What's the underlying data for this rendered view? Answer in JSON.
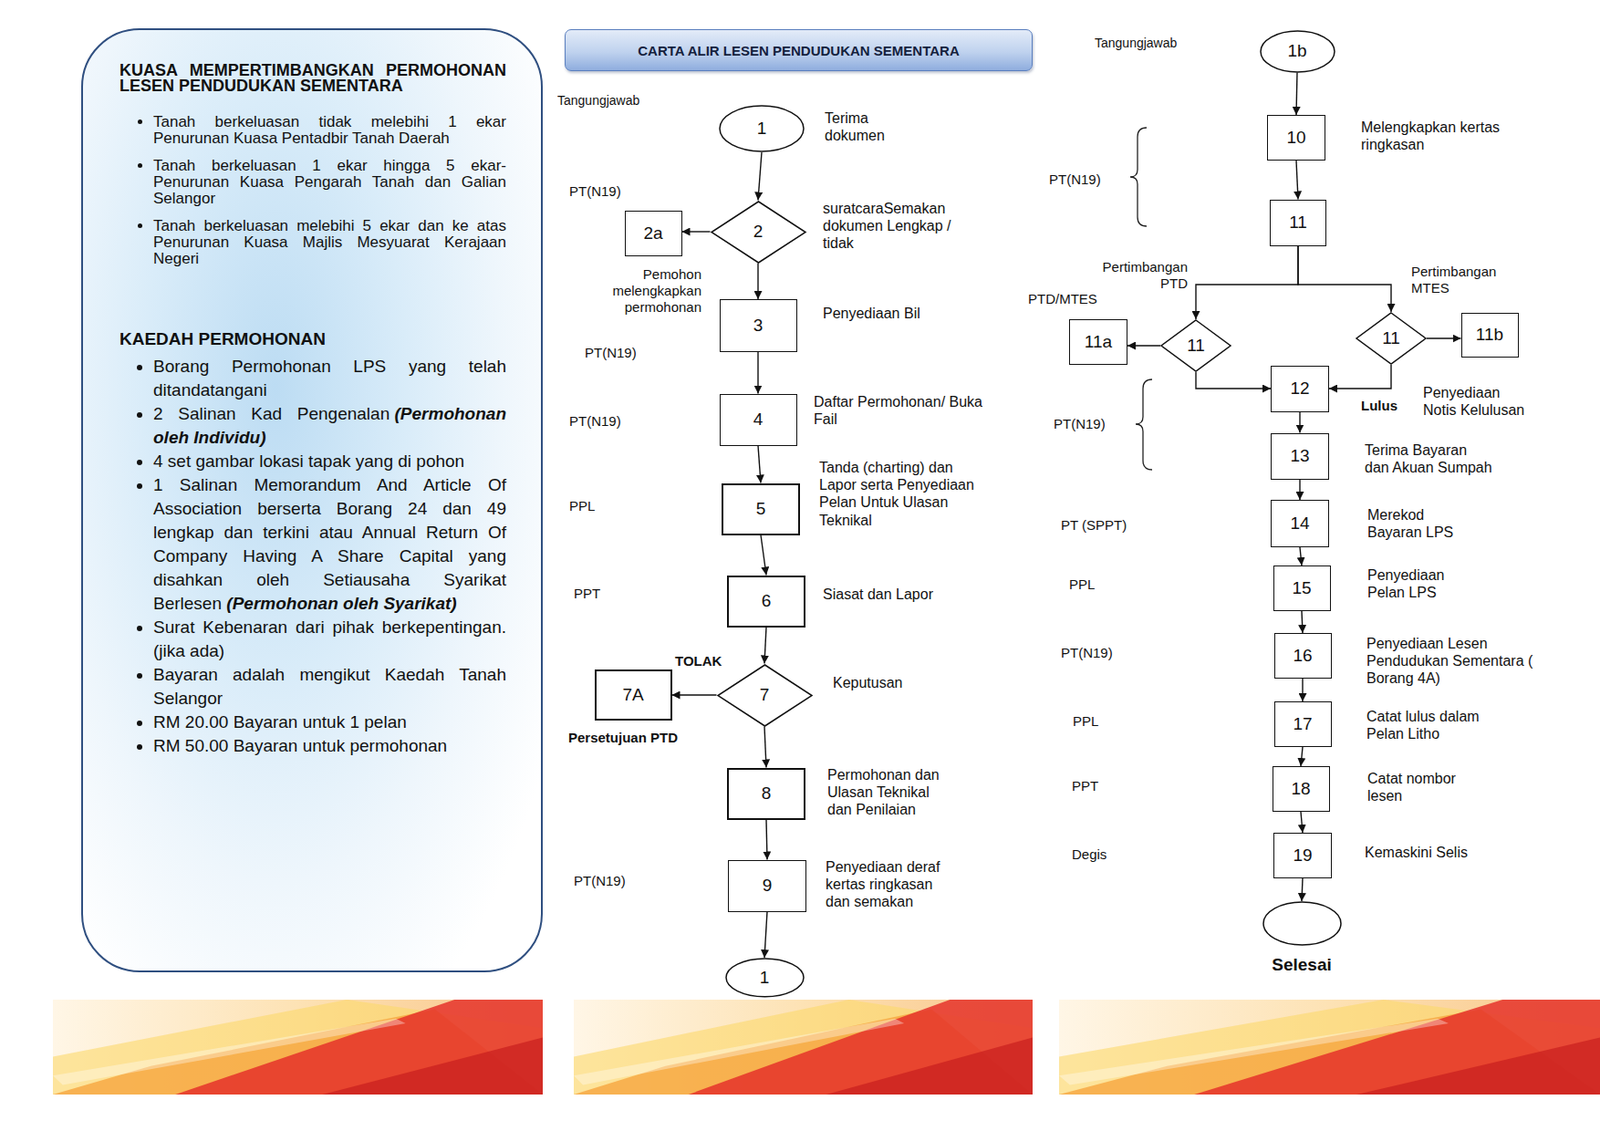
{
  "diagram": {
    "title": "CARTA ALIR LESEN PENDUDUKAN SEMENTARA",
    "nodes": [
      {
        "text": [
          "KUASA MEMPERTIMBANGKAN PERMOHONAN LESEN PENDUDUKAN SEMENTARA",
          "Tanah berkeluasan tidak melebihi 1 ekar Penurunan Kuasa Pentadbir Tanah Daerah",
          "Tanah berkeluasan 1 ekar hingga 5 ekar- Penurunan Kuasa Pengarah Tanah dan Galian Selangor",
          "Tanah berkeluasan melebihi 5 ekar dan ke atas Penurunan Kuasa Majlis Mesyuarat Kerajaan Negeri",
          "KAEDAH PERMOHONAN",
          "Borang Permohonan LPS yang telah ditandatangani",
          "2 Salinan Kad Pengenalan",
          "(Permohonan oleh Individu)",
          "4 set gambar lokasi tapak yang di pohon",
          "1 Salinan Memorandum And Article Of Association berserta Borang 24 dan 49 lengkap dan terkini atau Annual Return Of Company Having A Share Capital yang disahkan oleh Setiausaha Syarikat Berlesen",
          "(Permohonan oleh Syarikat)",
          "Surat Kebenaran dari pihak berkepentingan. (jika ada)",
          "Bayaran adalah mengikut Kaedah Tanah Selangor",
          "RM 20.00 Bayaran untuk 1 pelan",
          "RM 50.00 Bayaran untuk permohonan"
        ]
      },
      {
        "text": [
          "1"
        ]
      },
      {
        "text": [
          "2"
        ]
      },
      {
        "text": [
          "2a"
        ]
      },
      {
        "text": [
          "3"
        ]
      },
      {
        "text": [
          "4"
        ]
      },
      {
        "text": [
          "5"
        ]
      },
      {
        "text": [
          "6"
        ]
      },
      {
        "text": [
          "7"
        ]
      },
      {
        "text": [
          "7A"
        ]
      },
      {
        "text": [
          "8"
        ]
      },
      {
        "text": [
          "9"
        ]
      },
      {
        "text": [
          "1"
        ]
      },
      {
        "text": [
          "1b"
        ]
      },
      {
        "text": [
          "10"
        ]
      },
      {
        "text": [
          "11"
        ]
      },
      {
        "text": [
          "11"
        ]
      },
      {
        "text": [
          "11a"
        ]
      },
      {
        "text": [
          "11"
        ]
      },
      {
        "text": [
          "11b"
        ]
      },
      {
        "text": [
          "12"
        ]
      },
      {
        "text": [
          "13"
        ]
      },
      {
        "text": [
          "14"
        ]
      },
      {
        "text": [
          "15"
        ]
      },
      {
        "text": [
          "16"
        ]
      },
      {
        "text": [
          "17"
        ]
      },
      {
        "text": [
          "18"
        ]
      },
      {
        "text": [
          "19"
        ]
      },
      {
        "text": [
          "Selesai"
        ]
      }
    ],
    "edges": [
      {
        "from": 1,
        "to": 2,
        "arrow": "to"
      },
      {
        "from": 2,
        "to": 3,
        "arrow": "to"
      },
      {
        "from": 2,
        "to": 4,
        "arrow": "to"
      },
      {
        "from": 4,
        "to": 5,
        "arrow": "to"
      },
      {
        "from": 5,
        "to": 6,
        "arrow": "to"
      },
      {
        "from": 6,
        "to": 7,
        "arrow": "to"
      },
      {
        "from": 7,
        "to": 8,
        "arrow": "to"
      },
      {
        "from": 8,
        "to": 9,
        "label": "TOLAK",
        "arrow": "to"
      },
      {
        "from": 8,
        "to": 10,
        "arrow": "to"
      },
      {
        "from": 10,
        "to": 11,
        "arrow": "to"
      },
      {
        "from": 11,
        "to": 12,
        "arrow": "to"
      },
      {
        "from": 13,
        "to": 14,
        "arrow": "to"
      },
      {
        "from": 14,
        "to": 15,
        "arrow": "to"
      },
      {
        "from": 15,
        "to": 16,
        "label": "Pertimbangan PTD",
        "arrow": "to"
      },
      {
        "from": 15,
        "to": 18,
        "label": "Pertimbangan MTES",
        "arrow": "to"
      },
      {
        "from": 16,
        "to": 17,
        "arrow": "to"
      },
      {
        "from": 18,
        "to": 19,
        "arrow": "to"
      },
      {
        "from": 16,
        "to": 20,
        "arrow": "to"
      },
      {
        "from": 18,
        "to": 20,
        "label": "Lulus",
        "arrow": "to"
      },
      {
        "from": 20,
        "to": 21,
        "arrow": "to"
      },
      {
        "from": 21,
        "to": 22,
        "arrow": "to"
      },
      {
        "from": 22,
        "to": 23,
        "arrow": "to"
      },
      {
        "from": 23,
        "to": 24,
        "arrow": "to"
      },
      {
        "from": 24,
        "to": 25,
        "arrow": "to"
      },
      {
        "from": 25,
        "to": 26,
        "arrow": "to"
      },
      {
        "from": 26,
        "to": 27,
        "arrow": "to"
      },
      {
        "from": 27,
        "to": 28,
        "arrow": "to"
      }
    ],
    "labels": [
      "Tangungjawab",
      "PT(N19)",
      "Pemohon melengkapkan permohonan",
      "PT(N19)",
      "PT(N19)",
      "PPL",
      "PPT",
      "Persetujuan PTD",
      "PT(N19)",
      "Terima dokumen",
      "suratcaraSemakan dokumen Lengkap / tidak",
      "Penyediaan Bil",
      "Daftar Permohonan/ Buka Fail",
      "Tanda (charting) dan Lapor serta Penyediaan Pelan Untuk Ulasan Teknikal",
      "Siasat dan Lapor",
      "Keputusan",
      "Permohonan dan Ulasan Teknikal dan Penilaian",
      "Penyediaan deraf kertas ringkasan dan semakan",
      "Tangungjawab",
      "PT(N19)",
      "PTD/MTES",
      "PT(N19)",
      "PT (SPPT)",
      "PPL",
      "PT(N19)",
      "PPL",
      "PPT",
      "Degis",
      "Melengkapkan kertas ringkasan",
      "Penyediaan Notis Kelulusan",
      "Terima Bayaran dan Akuan Sumpah",
      "Merekod Bayaran LPS",
      "Penyediaan Pelan LPS",
      "Penyediaan Lesen Pendudukan Sementara ( Borang 4A)",
      "Catat lulus dalam Pelan Litho",
      "Catat nombor lesen",
      "Kemaskini Selis"
    ]
  }
}
